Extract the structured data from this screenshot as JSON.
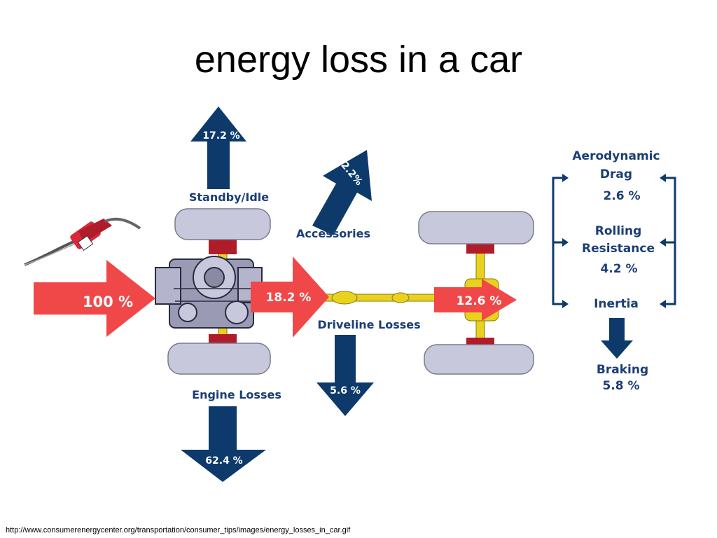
{
  "slide": {
    "title": "energy loss in a car",
    "source_url": "http://www.consumerenergycenter.org/transportation/consumer_tips/images/energy_losses_in_car.gif"
  },
  "colors": {
    "flow_red": "#f04848",
    "loss_navy": "#0d3a6b",
    "label_navy": "#1b3e75",
    "wheel_lavender": "#c8c8dc",
    "axle_red": "#b01c2a",
    "driveshaft_yellow": "#e8d21e"
  },
  "flows": {
    "input": "100 %",
    "after_engine": "18.2 %",
    "after_driveline": "12.6 %"
  },
  "losses": {
    "standby_label": "Standby/Idle",
    "standby_value": "17.2 %",
    "accessories_label": "Accessories",
    "accessories_value": "2.2%",
    "engine_label": "Engine Losses",
    "engine_value": "62.4 %",
    "driveline_label": "Driveline Losses",
    "driveline_value": "5.6 %"
  },
  "wheel_losses": {
    "aero_line1": "Aerodynamic",
    "aero_line2": "Drag",
    "aero_value": "2.6 %",
    "rolling_line1": "Rolling",
    "rolling_line2": "Resistance",
    "rolling_value": "4.2 %",
    "inertia_label": "Inertia",
    "braking_label": "Braking",
    "braking_value": "5.8 %"
  },
  "icons": [
    "fuel-nozzle-icon",
    "engine-icon"
  ]
}
